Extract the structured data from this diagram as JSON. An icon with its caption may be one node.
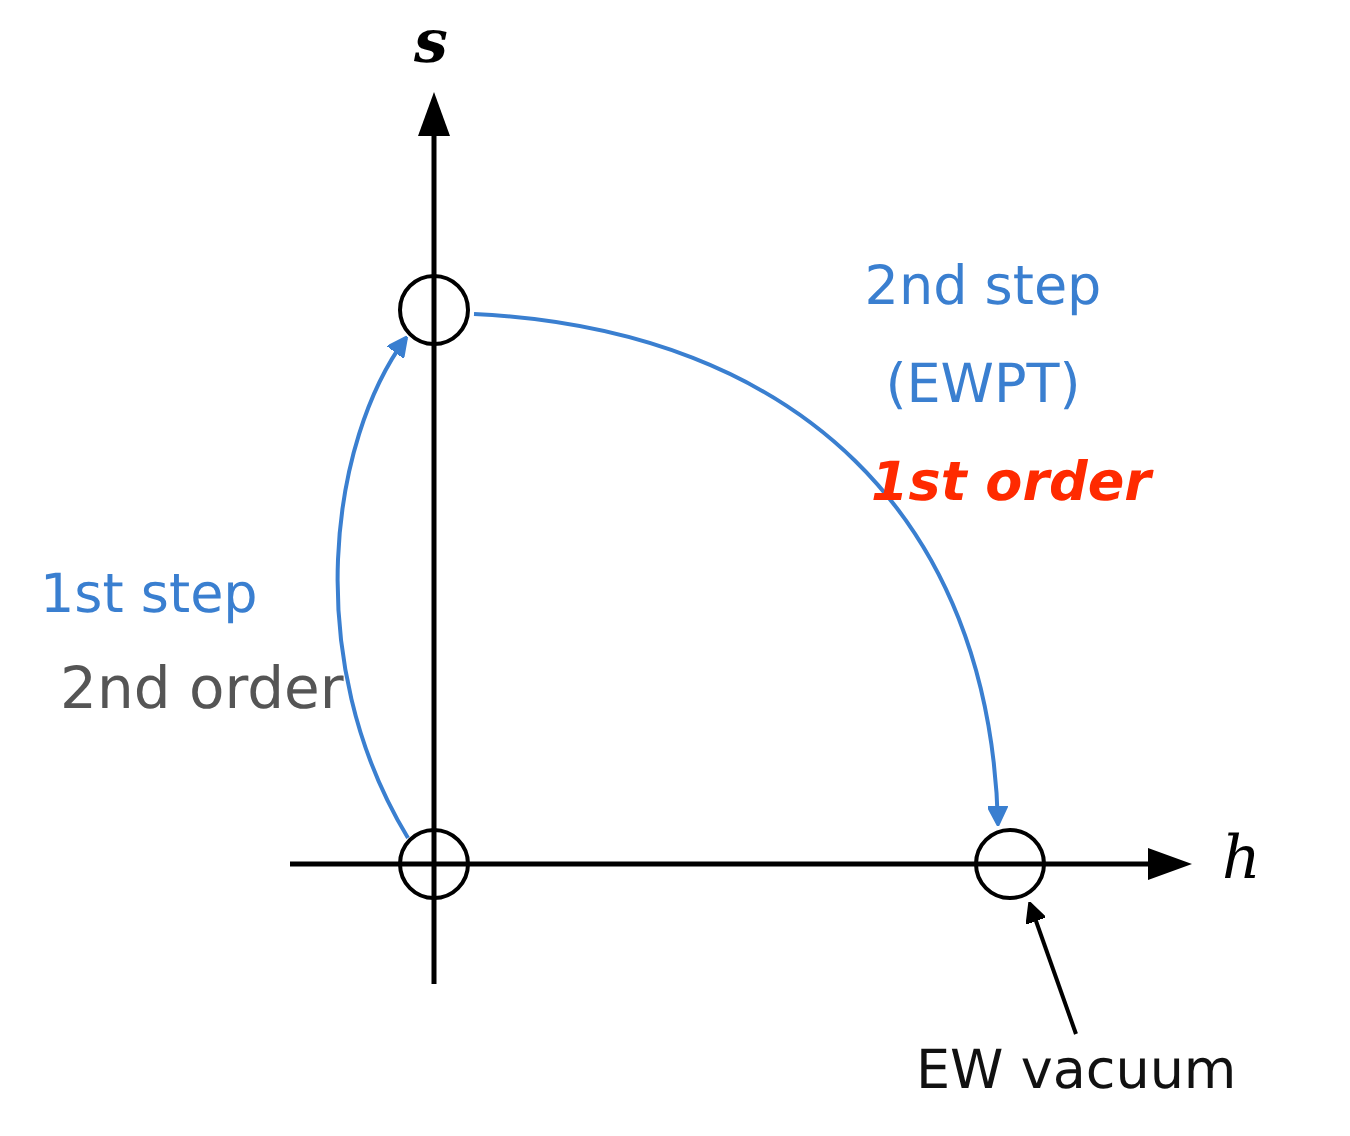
{
  "diagram": {
    "nodes": [
      {
        "text": [],
        "shape": "circle"
      },
      {
        "text": [],
        "shape": "circle"
      },
      {
        "text": [],
        "shape": "circle"
      },
      {
        "text": [
          "EW vacuum"
        ]
      }
    ],
    "edges": [
      {
        "from": 0,
        "to": 1,
        "arrow": "to",
        "color": "#3a7fd0"
      },
      {
        "from": 1,
        "to": 2,
        "arrow": "to",
        "color": "#3a7fd0"
      },
      {
        "from": 3,
        "to": 2,
        "arrow": "to",
        "color": "#000000"
      }
    ],
    "labels": [
      "s",
      "2nd step (EWPT)",
      "1st order",
      "1st step",
      "2nd order",
      "h"
    ]
  }
}
